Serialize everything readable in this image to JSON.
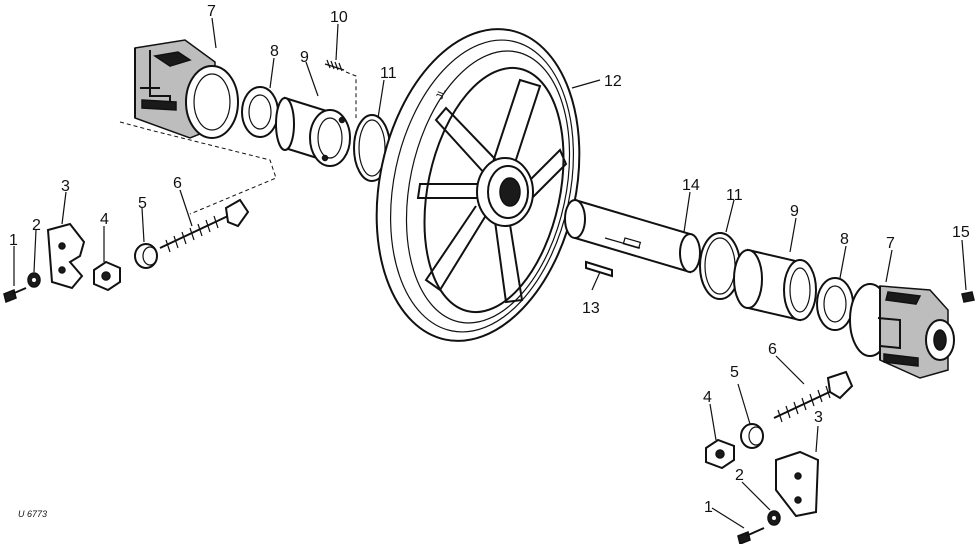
{
  "diagram": {
    "figure_code": "U 6773",
    "callouts": {
      "c1_left": "1",
      "c2_left": "2",
      "c3_left": "3",
      "c4_left": "4",
      "c5_left": "5",
      "c6_left": "6",
      "c7_left": "7",
      "c8_left": "8",
      "c9_left": "9",
      "c10": "10",
      "c11_left": "11",
      "c12": "12",
      "c13": "13",
      "c14": "14",
      "c11_right": "11",
      "c9_right": "9",
      "c8_right": "8",
      "c7_right": "7",
      "c15": "15",
      "c6_right": "6",
      "c5_right": "5",
      "c4_right": "4",
      "c3_right": "3",
      "c2_right": "2",
      "c1_right": "1"
    }
  }
}
